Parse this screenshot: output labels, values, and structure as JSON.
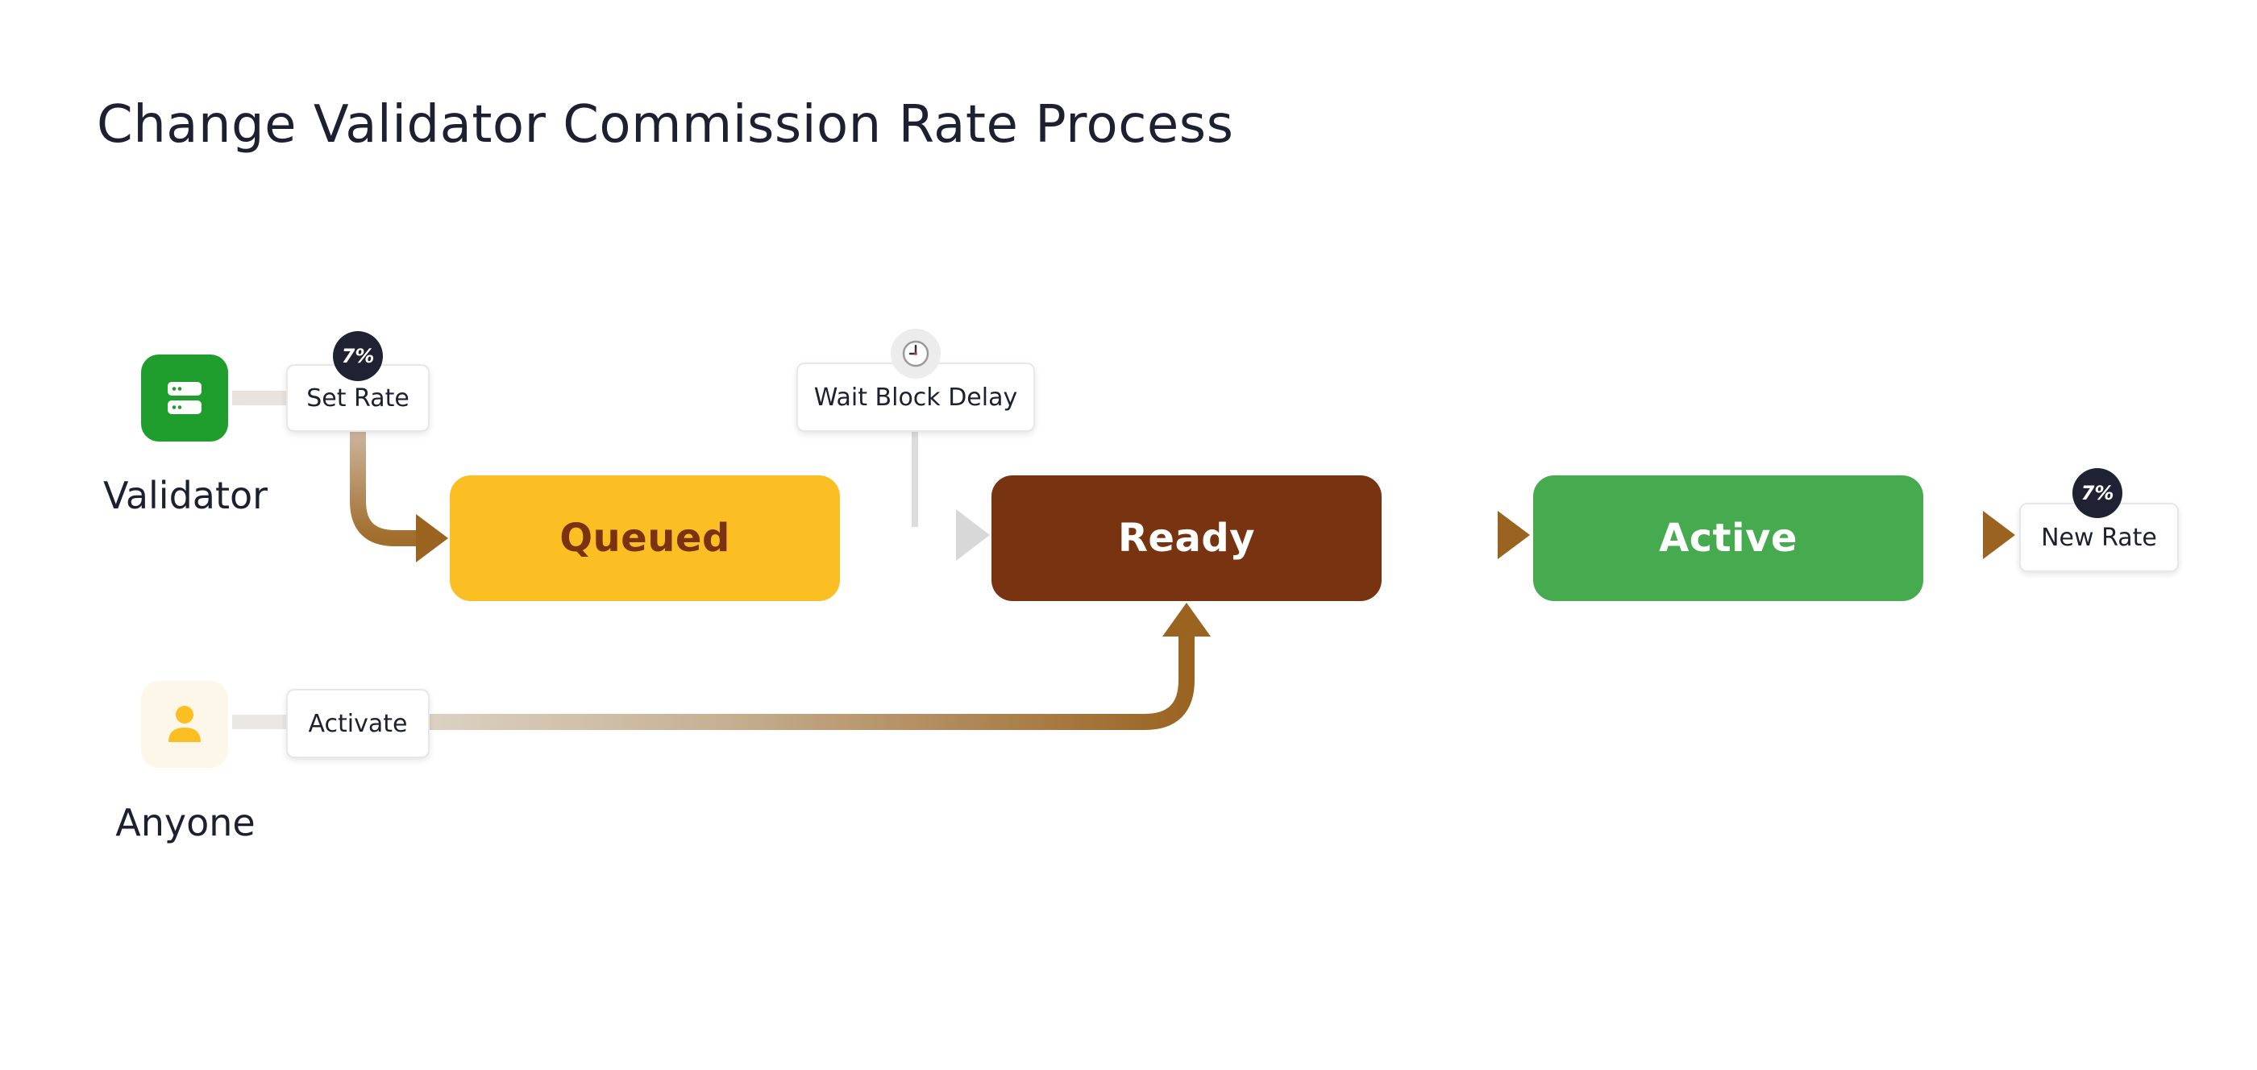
{
  "title": "Change Validator Commission Rate Process",
  "actors": {
    "validator": {
      "label": "Validator",
      "icon": "server-icon",
      "color": "#1f9e2e"
    },
    "anyone": {
      "label": "Anyone",
      "icon": "person-icon",
      "color": "#fbbf24"
    }
  },
  "chips": {
    "set_rate": "Set Rate",
    "wait": "Wait Block Delay",
    "activate": "Activate",
    "new_rate": "New Rate"
  },
  "badges": {
    "set_rate_value": "7%",
    "new_rate_value": "7%",
    "wait_icon": "clock-icon"
  },
  "states": [
    {
      "label": "Queued",
      "color": "#fbbf24",
      "text_color": "#7b3210"
    },
    {
      "label": "Ready",
      "color": "#783411",
      "text_color": "#ffffff"
    },
    {
      "label": "Active",
      "color": "#46aa4f",
      "text_color": "#ffffff"
    }
  ],
  "colors": {
    "arrow": "#9a6320",
    "arrow_light": "#e8e3dc",
    "wait_arrow": "#dadada"
  }
}
